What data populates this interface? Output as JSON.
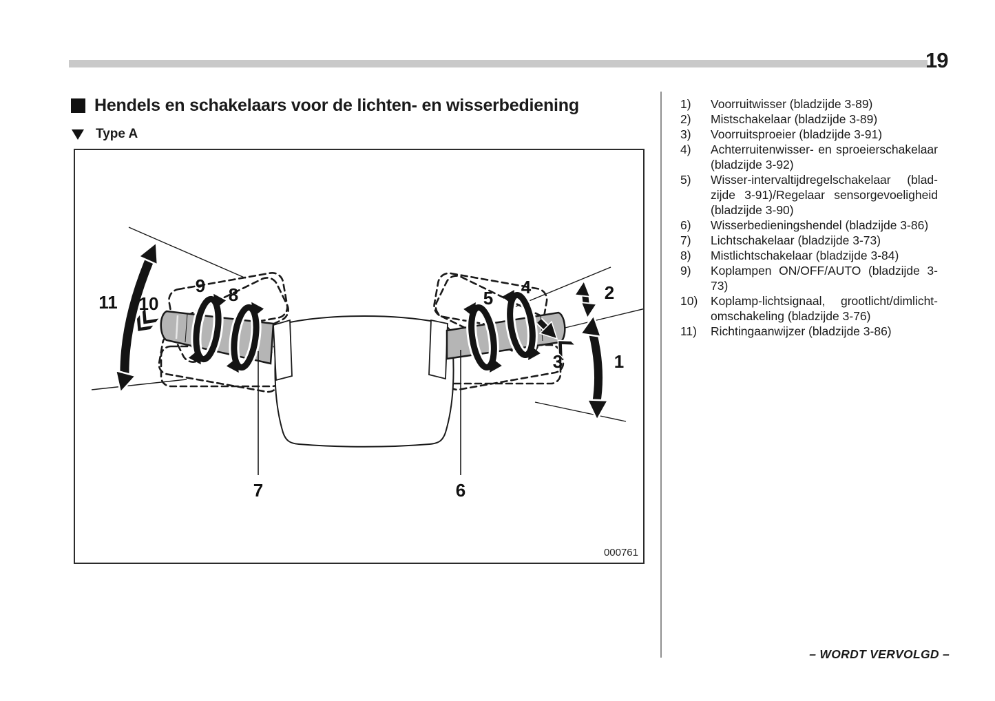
{
  "page": {
    "number": "19"
  },
  "header": {
    "title": "Hendels en schakelaars voor de lichten- en wisserbediening",
    "subtitle": "Type A"
  },
  "figure": {
    "code": "000761",
    "callouts": {
      "c1": "1",
      "c2": "2",
      "c3": "3",
      "c4": "4",
      "c5": "5",
      "c6": "6",
      "c7": "7",
      "c8": "8",
      "c9": "9",
      "c10": "10",
      "c11": "11"
    }
  },
  "legend": {
    "items": [
      {
        "num": "1)",
        "text": "Voorruitwisser (bladzijde 3-89)"
      },
      {
        "num": "2)",
        "text": "Mistschakelaar (bladzijde 3-89)"
      },
      {
        "num": "3)",
        "text": "Voorruitsproeier (bladzijde 3-91)"
      },
      {
        "num": "4)",
        "text": "Achterruitenwisser- en sproeierschake­laar (bladzijde 3-92)"
      },
      {
        "num": "5)",
        "text": "Wisser-intervaltijdregelschakelaar (blad­zijde 3-91)/Regelaar sensorgevoeligheid (bladzijde 3-90)"
      },
      {
        "num": "6)",
        "text": "Wisserbedieningshendel (bladzijde 3-86)"
      },
      {
        "num": "7)",
        "text": "Lichtschakelaar (bladzijde 3-73)"
      },
      {
        "num": "8)",
        "text": "Mistlichtschakelaar (bladzijde 3-84)"
      },
      {
        "num": "9)",
        "text": "Koplampen ON/OFF/AUTO (bladzijde 3-73)"
      },
      {
        "num": "10)",
        "text": "Koplamp-lichtsignaal, grootlicht/dimlicht­omschakeling (bladzijde 3-76)"
      },
      {
        "num": "11)",
        "text": "Richtingaanwijzer (bladzijde 3-86)"
      }
    ]
  },
  "footer": {
    "continuation": "– WORDT VERVOLGD –"
  },
  "colors": {
    "rule_gray": "#c9c9c9",
    "ink": "#1a1a1a",
    "stalk_gray": "#b5b5b5"
  }
}
